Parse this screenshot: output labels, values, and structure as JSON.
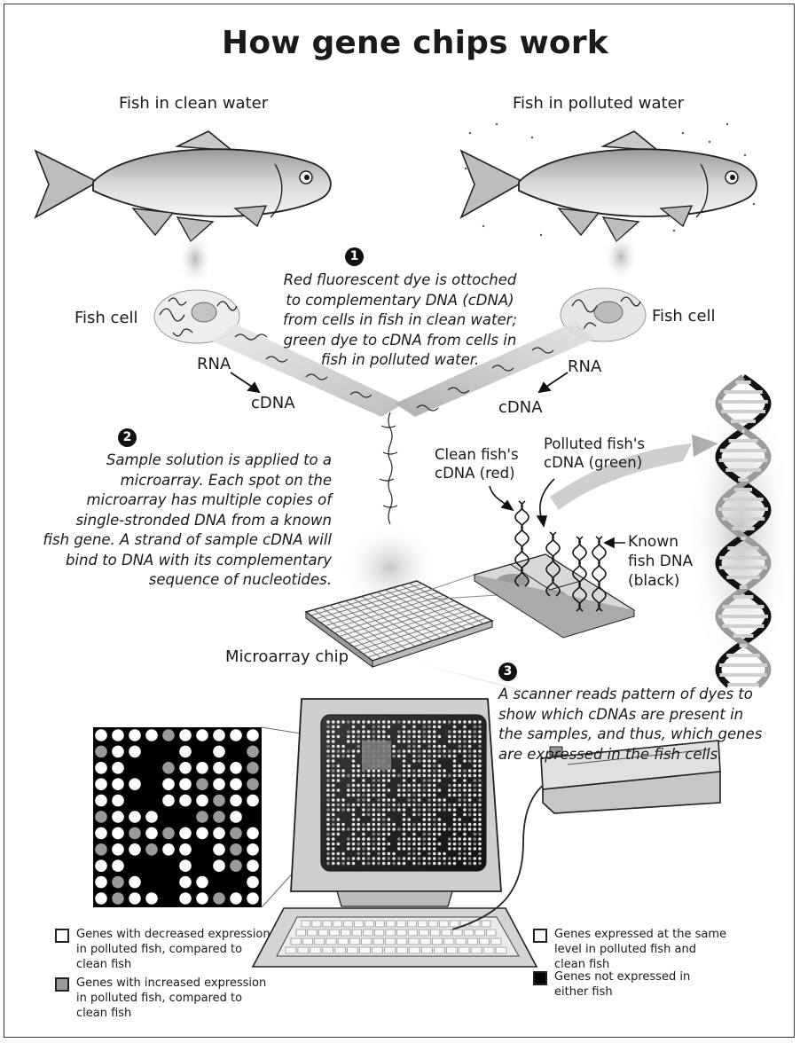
{
  "title": "How gene chips work",
  "fish_left_label": "Fish in clean water",
  "fish_right_label": "Fish in polluted water",
  "cell_label_left": "Fish cell",
  "cell_label_right": "Fish cell",
  "rna_left": "RNA",
  "rna_right": "RNA",
  "cdna_left": "cDNA",
  "cdna_right": "cDNA",
  "step1": {
    "number": "1",
    "lines": [
      "Red fluorescent dye is ottoched",
      "to complementary DNA (cDNA)",
      "from cells in fish in clean water;",
      "green dye to cDNA from cells in",
      "fish in polluted water."
    ]
  },
  "step2": {
    "number": "2",
    "lines": [
      "Sample solution is applied to a",
      "microarray. Each spot on the",
      "microarray has multiple copies of",
      "single-stronded DNA from a known",
      "fish gene. A strand of sample cDNA will",
      "bind to DNA with its complementary",
      "sequence of nucleotides."
    ]
  },
  "step3": {
    "number": "3",
    "lines": [
      "A scanner reads pattern of dyes to",
      "show which cDNAs are present in",
      "the samples, and thus, which genes",
      "are expressed in the fish cells."
    ]
  },
  "clean_cdna": [
    "Clean fish's",
    "cDNA (red)"
  ],
  "polluted_cdna": [
    "Polluted fish's",
    "cDNA (green)"
  ],
  "known_dna": [
    "Known",
    "fish DNA",
    "(black)"
  ],
  "microarray_label": "Microarray chip",
  "legend": {
    "decreased": [
      "Genes with decreased expression",
      "in polluted fish, compared to",
      "clean fish"
    ],
    "increased": [
      "Genes with increased expression",
      "in polluted fish, compared to",
      "clean fish"
    ],
    "same": [
      "Genes expressed at the same",
      "level in polluted fish and",
      "clean fish"
    ],
    "none": [
      "Genes not expressed in",
      "either fish"
    ]
  },
  "colors": {
    "frame": "#3a3a3a",
    "spot_white": "#ffffff",
    "spot_gray": "#9a9a9a",
    "spot_black": "#000000",
    "monitor": "#cfcfcf",
    "helix": "#bcbcbc"
  },
  "spot_grid": [
    "wwwwgwwwww",
    "gwwkkwkwkg",
    "wwkkgwwwwg",
    "wwwkwwgwwg",
    "wwkkwwwgww",
    "gwwwkkggwk",
    "wwgwgwwwgw",
    "gwwgwwkwgw",
    "wwkkkwkwgw",
    "wgwkkwwkkw",
    "wgwwkwwgww"
  ]
}
